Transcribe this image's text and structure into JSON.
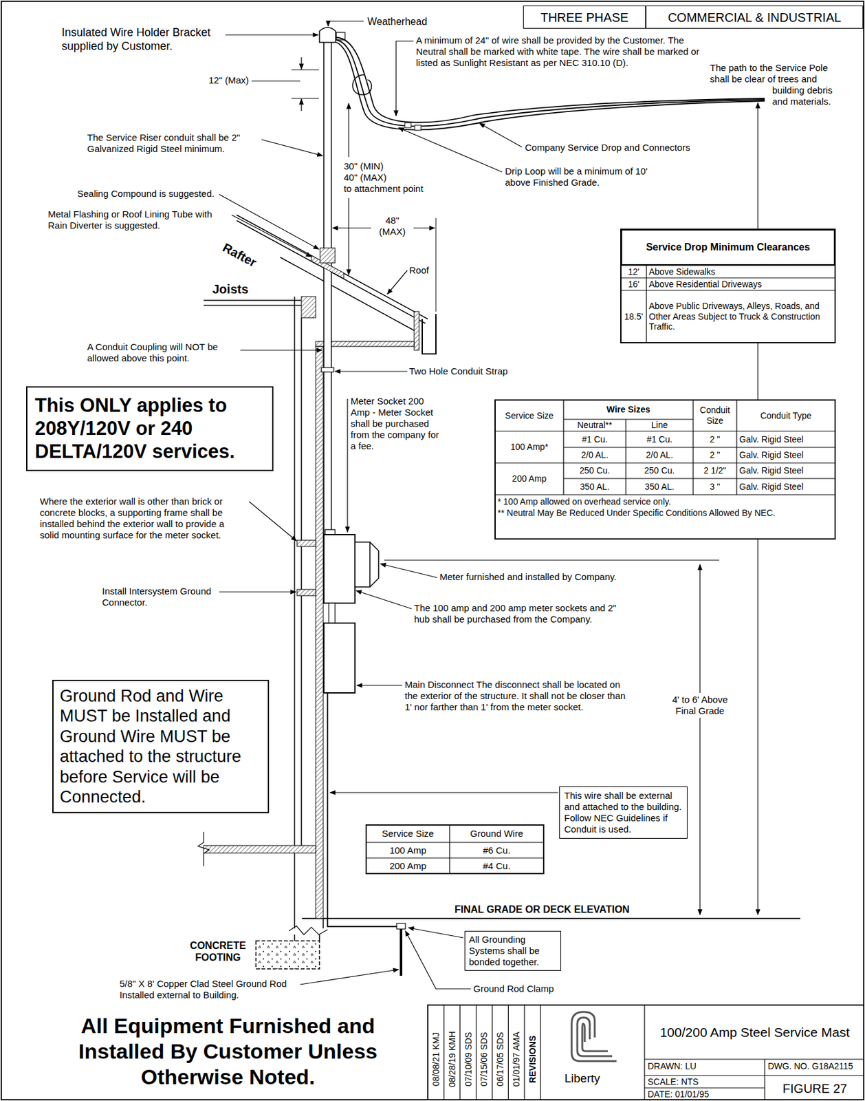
{
  "diagram": {
    "nodes": [
      {
        "text": [
          "THREE PHASE"
        ]
      },
      {
        "text": [
          "COMMERCIAL & INDUSTRIAL"
        ]
      },
      {
        "text": [
          "This ONLY applies to 208Y/120V or 240 DELTA/120V services."
        ]
      },
      {
        "text": [
          "Service Drop Minimum Clearances"
        ]
      },
      {
        "text": [
          "Ground Rod and Wire MUST be Installed and Ground Wire MUST be attached to the structure before Service will be Connected."
        ]
      },
      {
        "text": [
          "This wire shall be external and attached to the building. Follow NEC Guidelines if Conduit is used."
        ]
      },
      {
        "text": [
          "All Grounding Systems shall be bonded together."
        ]
      }
    ],
    "labels": [
      "Insulated Wire Holder Bracket supplied by Customer.",
      "Weatherhead",
      "12\" (Max)",
      "A minimum of 24\" of wire shall be provided by the Customer. The Neutral shall be marked with white tape. The wire shall be marked or listed as Sunlight Resistant as per NEC 310.10 (D).",
      "The path to the Service Pole shall be clear of trees and building debris and materials.",
      "The Service Riser conduit shall be 2\" Galvanized Rigid Steel minimum.",
      "30\" (MIN)",
      "40\" (MAX)",
      "to attachment point",
      "Company Service Drop and Connectors",
      "Drip Loop will be a minimum of 10' above Finished Grade.",
      "Sealing Compound is suggested.",
      "Metal Flashing or Roof Lining Tube with Rain Diverter is suggested.",
      "48\" (MAX)",
      "Rafter",
      "Roof",
      "Joists",
      "A Conduit Coupling will NOT be allowed above this point.",
      "Two Hole Conduit Strap",
      "Meter Socket 200 Amp - Meter Socket shall be purchased from the company for a fee.",
      "12'",
      "Above Sidewalks",
      "16'",
      "Above Residential Driveways",
      "18.5'",
      "Above Public Driveways, Alleys, Roads, and Other Areas Subject to Truck & Construction Traffic.",
      "Service Size",
      "Wire Sizes",
      "Conduit Size",
      "Conduit Type",
      "Neutral**",
      "Line",
      "100 Amp*",
      "#1 Cu.",
      "#1 Cu.",
      "2 \"",
      "Galv. Rigid Steel",
      "2/0 AL.",
      "2/0 AL.",
      "2 \"",
      "Galv. Rigid Steel",
      "200 Amp",
      "250 Cu.",
      "250 Cu.",
      "2 1/2\"",
      "Galv. Rigid Steel",
      "350 AL.",
      "350 AL.",
      "3 \"",
      "Galv. Rigid Steel",
      "* 100 Amp allowed on overhead service only.",
      "** Neutral May Be Reduced Under Specific Conditions Allowed By NEC.",
      "Where the exterior wall is other than brick or concrete blocks, a supporting frame shall be installed behind the exterior wall to provide a solid mounting surface for the meter socket.",
      "Install Intersystem Ground Connector.",
      "Meter furnished and installed by Company.",
      "The 100 amp and 200 amp meter sockets and 2\" hub shall be purchased from the Company.",
      "Main Disconnect The disconnect shall be located on the exterior of the structure. It shall not be closer than 1' nor farther than 1' from the meter socket.",
      "4' to 6' Above Final Grade",
      "Service Size",
      "Ground Wire",
      "100 Amp",
      "#6 Cu.",
      "200 Amp",
      "#4 Cu.",
      "FINAL GRADE OR DECK ELEVATION",
      "CONCRETE FOOTING",
      "5/8\" X 8' Copper Clad Steel Ground Rod Installed external to Building.",
      "Ground Rod Clamp",
      "All Equipment Furnished and Installed By Customer Unless Otherwise Noted.",
      "08/08/21 KMJ",
      "08/28/19 KMH",
      "07/10/09 SDS",
      "07/15/06 SDS",
      "06/17/05 SDS",
      "01/01/97 AMA",
      "REVISIONS",
      "Liberty",
      "100/200 Amp Steel Service Mast",
      "DRAWN: LU",
      "DWG. NO. G18A2115",
      "SCALE: NTS",
      "FIGURE 27",
      "DATE: 01/01/95"
    ]
  }
}
